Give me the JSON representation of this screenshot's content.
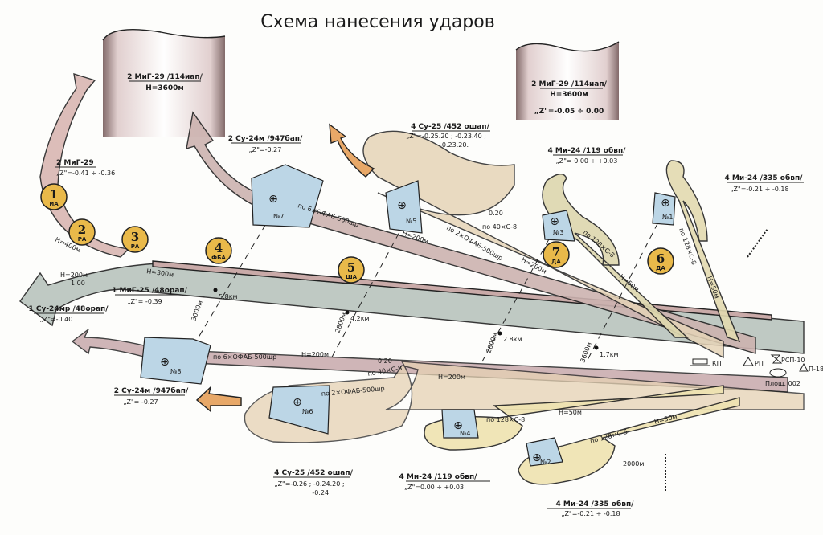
{
  "title": "Схема нанесения ударов",
  "colors": {
    "runway_band": "#b9c4bd",
    "mauve_band": "#c9aaa8",
    "tan_band": "#e9d6b6",
    "yellow_band": "#efe3b0",
    "target": "#bcd6e6",
    "badge": "#e9b94a",
    "arrow_orange": "#e8a868"
  },
  "columns": [
    {
      "line1": "2 МиГ-29 /114иап/",
      "line2": "Н=3600м"
    },
    {
      "line1": "2 МиГ-29 /114иап/",
      "line2": "Н=3600м",
      "line3": "„Z\"=-0.05 ÷ 0.00"
    }
  ],
  "groups": {
    "mig29": {
      "line1": "2 МиГ-29",
      "line2": "„Z\"=-0.41 ÷ -0.36"
    },
    "su24_top": {
      "line1": "2 Су-24м /947бап/",
      "line2": "„Z\"=-0.27"
    },
    "su25_top": {
      "line1": "4 Су-25 /452 ошап/",
      "line2": "„Z\"=-0.25.20 ; -0.23.40 ;",
      "line3": "-0.23.20."
    },
    "mi24_119_top": {
      "line1": "4 Ми-24 /119 обвп/",
      "line2": "„Z\"= 0.00 ÷ +0.03"
    },
    "mi24_335_top": {
      "line1": "4 Ми-24 /335 обвп/",
      "line2": "„Z\"=-0.21 ÷ -0.18"
    },
    "mig25": {
      "line1": "1 МиГ-25 /48орап/",
      "line2": "„Z\"= -0.39"
    },
    "su24mr": {
      "line1": "1 Су-24мр /48орап/",
      "line2": "„Z\"=-0.40"
    },
    "su24_bottom": {
      "line1": "2 Су-24м /947бап/",
      "line2": "„Z\"= -0.27"
    },
    "su25_bottom": {
      "line1": "4 Су-25 /452 ошап/",
      "line2": "„Z\"=-0.26 ; -0.24.20 ;",
      "line3": "-0.24."
    },
    "mi24_119_bottom": {
      "line1": "4 Ми-24 /119 обвп/",
      "line2": "„Z\"=0.00 ÷ +0.03"
    },
    "mi24_335_bottom": {
      "line1": "4 Ми-24 /335 обвп/",
      "line2": "„Z\"=-0.21 ÷ -0.18"
    }
  },
  "badges": [
    {
      "num": "1",
      "label": "ИА"
    },
    {
      "num": "2",
      "label": "РА"
    },
    {
      "num": "3",
      "label": "РА"
    },
    {
      "num": "4",
      "label": "ФБА"
    },
    {
      "num": "5",
      "label": "ША"
    },
    {
      "num": "7",
      "label": "ДА"
    },
    {
      "num": "6",
      "label": "ДА"
    }
  ],
  "targets": [
    "№7",
    "№5",
    "№3",
    "№1",
    "№8",
    "№6",
    "№4",
    "№2"
  ],
  "route_labels": {
    "h400": "Н=400м",
    "h200_left": "Н=200м",
    "t100": "1.00",
    "h300": "Н=300м",
    "top_6ofab": "по 6×ОФАБ-500шр",
    "top_h200a": "Н=200м",
    "top_2ofab": "по 2×ОФАБ-500шр",
    "top_h200b": "Н=200м",
    "top_020": "0.20",
    "top_40c8": "по 40×С-8",
    "top_128c8_a": "по 128×С-8",
    "top_h50_a": "Н=50м",
    "top_128c8_b": "по 128×С-8",
    "top_h50_b": "Н=50м",
    "bot_6ofab": "по 6×ОФАБ-500шр",
    "bot_h200a": "Н=200м",
    "bot_020": "0.20",
    "bot_40c8": "по 40×С-8",
    "bot_2ofab": "по 2×ОФАБ-500шр",
    "bot_h200b": "Н=200м",
    "bot_128c8": "по 128×С-8",
    "bot_h50_a": "Н=50м",
    "bot_128c5": "по 128×С-5",
    "bot_h50_b": "Н=50м",
    "dist2000": "2000м"
  },
  "distances": {
    "d58": "5.8км",
    "d42": "4.2км",
    "d28": "2.8км",
    "d17": "1.7км",
    "a3000": "3000м",
    "a2800a": "2800м",
    "a2800b": "2800м",
    "a3600": "3600м"
  },
  "legend": {
    "kp": "КП",
    "rp": "РП",
    "rsp": "РСП-10",
    "p18": "П-18",
    "area": "Площ. 002"
  }
}
